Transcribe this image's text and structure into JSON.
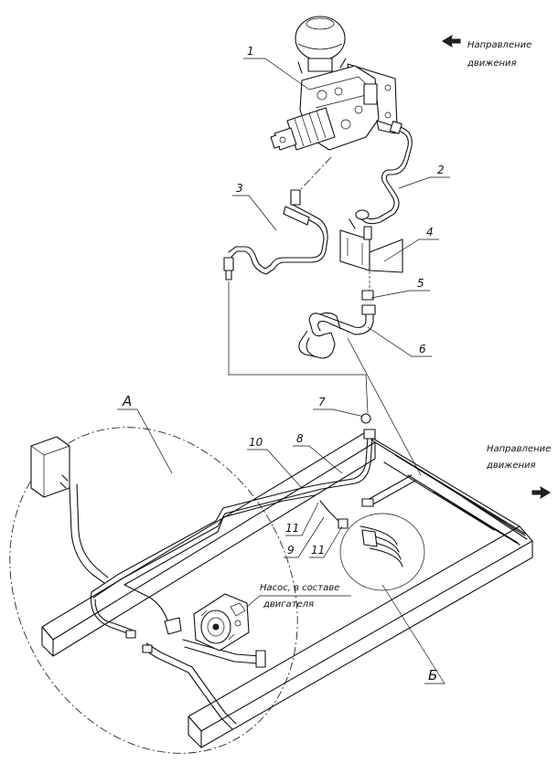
{
  "callouts": {
    "c1": "1",
    "c2": "2",
    "c3": "3",
    "c4": "4",
    "c5": "5",
    "c6": "6",
    "c7": "7",
    "c8": "8",
    "c9": "9",
    "c10": "10",
    "c11a": "11",
    "c11b": "11"
  },
  "views": {
    "a": "А",
    "b": "Б"
  },
  "direction_top": {
    "line1": "Направление",
    "line2": "движения"
  },
  "direction_right": {
    "line1": "Направление",
    "line2": "движения"
  },
  "pump_note": {
    "line1": "Насос, в составе",
    "line2": "двигателя"
  }
}
